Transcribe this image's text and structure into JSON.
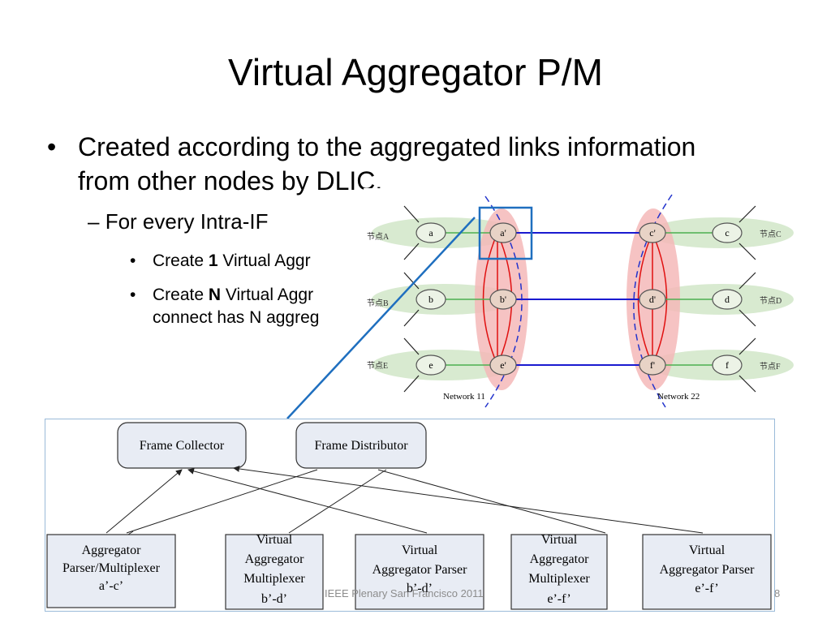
{
  "slide": {
    "title": "Virtual Aggregator P/M",
    "bullet1": "Created according to the aggregated links information from other nodes by DLIC.",
    "bullet2": "For every Intra-IF",
    "bullet3a_prefix": "Create ",
    "bullet3a_bold": "1",
    "bullet3a_suffix": " Virtual Aggr",
    "bullet3b_prefix": "Create ",
    "bullet3b_bold": "N",
    "bullet3b_suffix": " Virtual Aggr",
    "bullet3b_line2": "connect has N aggreg"
  },
  "network": {
    "nodes_left": [
      "a",
      "b",
      "e"
    ],
    "nodes_left_inner": [
      "a'",
      "b'",
      "e'"
    ],
    "nodes_right_inner": [
      "c'",
      "d'",
      "f'"
    ],
    "nodes_right": [
      "c",
      "d",
      "f"
    ],
    "labels_left": [
      "节点A",
      "节点B",
      "节点E"
    ],
    "labels_right": [
      "节点C",
      "节点D",
      "节点F"
    ],
    "network_left": "Network 11",
    "network_right": "Network 22"
  },
  "bottom_diagram": {
    "frame_collector": "Frame Collector",
    "frame_distributor": "Frame Distributor",
    "boxes": [
      [
        "Aggregator",
        "Parser/Multiplexer",
        "a’-c’"
      ],
      [
        "Virtual",
        "Aggregator",
        "Multiplexer",
        "b’-d’"
      ],
      [
        "Virtual",
        "Aggregator Parser",
        "b’-d’"
      ],
      [
        "Virtual",
        "Aggregator",
        "Multiplexer",
        "e’-f’"
      ],
      [
        "Virtual",
        "Aggregator Parser",
        "e’-f’"
      ]
    ]
  },
  "footer": {
    "center": "IEEE Plenary San Francisco 2011",
    "page": "8"
  }
}
